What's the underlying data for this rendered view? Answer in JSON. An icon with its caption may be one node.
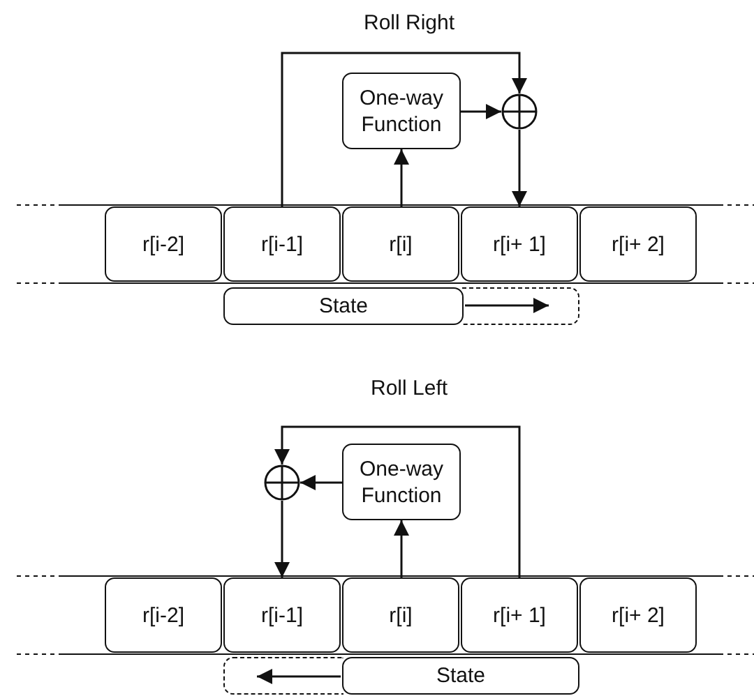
{
  "diagram": {
    "nodes": [
      {
        "text": [
          "One-way Function"
        ]
      },
      {
        "text": [],
        "shape": "circle"
      },
      {
        "text": [
          "r[i-2]"
        ]
      },
      {
        "text": [
          "r[i-1]"
        ]
      },
      {
        "text": [
          "r[i]"
        ]
      },
      {
        "text": [
          "r[i+ 1]"
        ]
      },
      {
        "text": [
          "r[i+ 2]"
        ]
      },
      {
        "text": [
          "State"
        ]
      },
      {
        "text": [],
        "shape": "box"
      },
      {
        "text": [],
        "shape": "circle"
      },
      {
        "text": [
          "One-way Function"
        ]
      },
      {
        "text": [
          "r[i-2]"
        ]
      },
      {
        "text": [
          "r[i-1]"
        ]
      },
      {
        "text": [
          "r[i]"
        ]
      },
      {
        "text": [
          "r[i+ 1]"
        ]
      },
      {
        "text": [
          "r[i+ 2]"
        ]
      },
      {
        "text": [],
        "shape": "box"
      },
      {
        "text": [
          "State"
        ]
      }
    ],
    "edges": [
      {
        "from": 3,
        "to": 1,
        "arrow": "to"
      },
      {
        "from": 4,
        "to": 0,
        "arrow": "to"
      },
      {
        "from": 0,
        "to": 1,
        "arrow": "to"
      },
      {
        "from": 1,
        "to": 5,
        "arrow": "to"
      },
      {
        "from": 14,
        "to": 9,
        "arrow": "to"
      },
      {
        "from": 13,
        "to": 10,
        "arrow": "to"
      },
      {
        "from": 10,
        "to": 9,
        "arrow": "to"
      },
      {
        "from": 9,
        "to": 12,
        "arrow": "to"
      }
    ],
    "labels": [
      "Roll Right",
      "Roll Left"
    ]
  }
}
